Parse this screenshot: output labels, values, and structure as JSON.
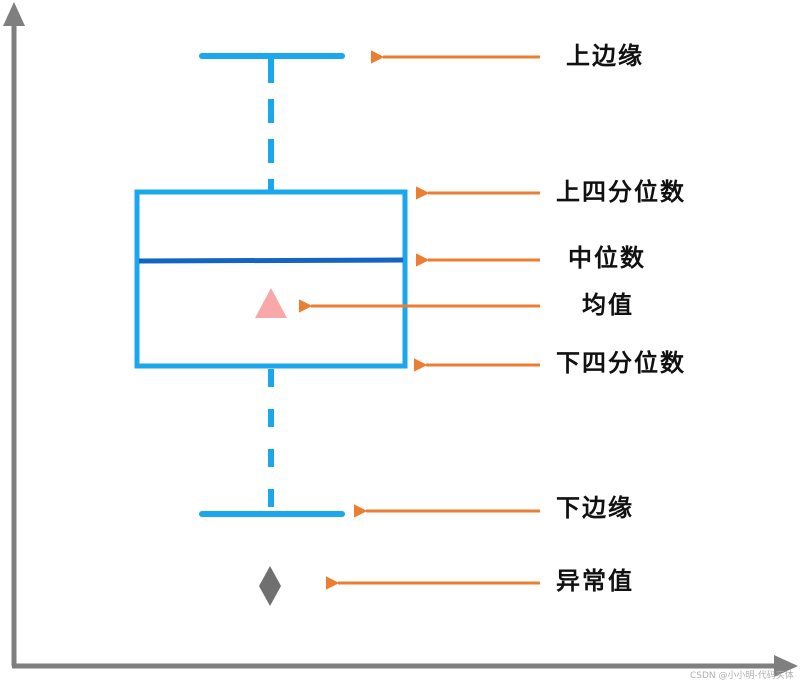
{
  "labels": {
    "upper_whisker": "上边缘",
    "upper_quartile": "上四分位数",
    "median": "中位数",
    "mean": "均值",
    "lower_quartile": "下四分位数",
    "lower_whisker": "下边缘",
    "outlier": "异常值"
  },
  "watermark": "CSDN @小小明-代码实体",
  "colors": {
    "axis": "#7f7f7f",
    "box": "#1aa7ec",
    "median_line": "#1565c0",
    "mean_marker": "#f8a8a8",
    "outlier_marker": "#707070",
    "arrow": "#ed7d31",
    "text": "#111111"
  },
  "icons": {
    "mean_marker": "triangle",
    "outlier_marker": "diamond"
  }
}
